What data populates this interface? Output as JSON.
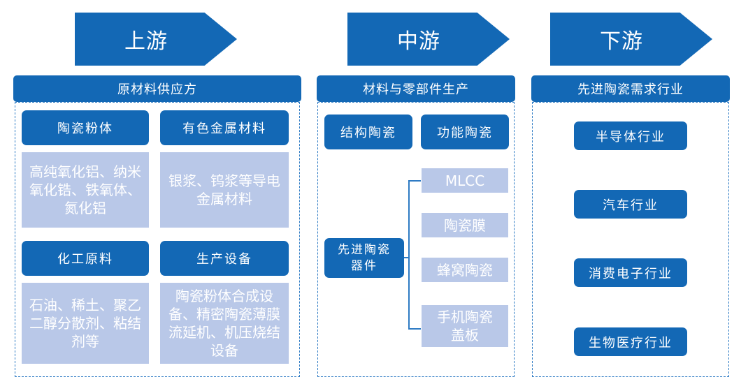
{
  "stages": {
    "upstream": "上游",
    "midstream": "中游",
    "downstream": "下游"
  },
  "upstream": {
    "header": "原材料供应方",
    "categories": [
      {
        "title": "陶瓷粉体",
        "detail": "高纯氧化铝、纳米氧化锆、铁氧体、氮化铝"
      },
      {
        "title": "有色金属材料",
        "detail": "银浆、钨浆等导电金属材料"
      },
      {
        "title": "化工原料",
        "detail": "石油、稀土、聚乙二醇分散剂、粘结剂等"
      },
      {
        "title": "生产设备",
        "detail": "陶瓷粉体合成设备、精密陶瓷薄膜流延机、机压烧结设备"
      }
    ]
  },
  "midstream": {
    "header": "材料与零部件生产",
    "types": [
      "结构陶瓷",
      "功能陶瓷"
    ],
    "component": "先进陶瓷器件",
    "products": [
      "MLCC",
      "陶瓷膜",
      "蜂窝陶瓷",
      "手机陶瓷盖板"
    ]
  },
  "downstream": {
    "header": "先进陶瓷需求行业",
    "industries": [
      "半导体行业",
      "汽车行业",
      "消费电子行业",
      "生物医疗行业"
    ]
  }
}
